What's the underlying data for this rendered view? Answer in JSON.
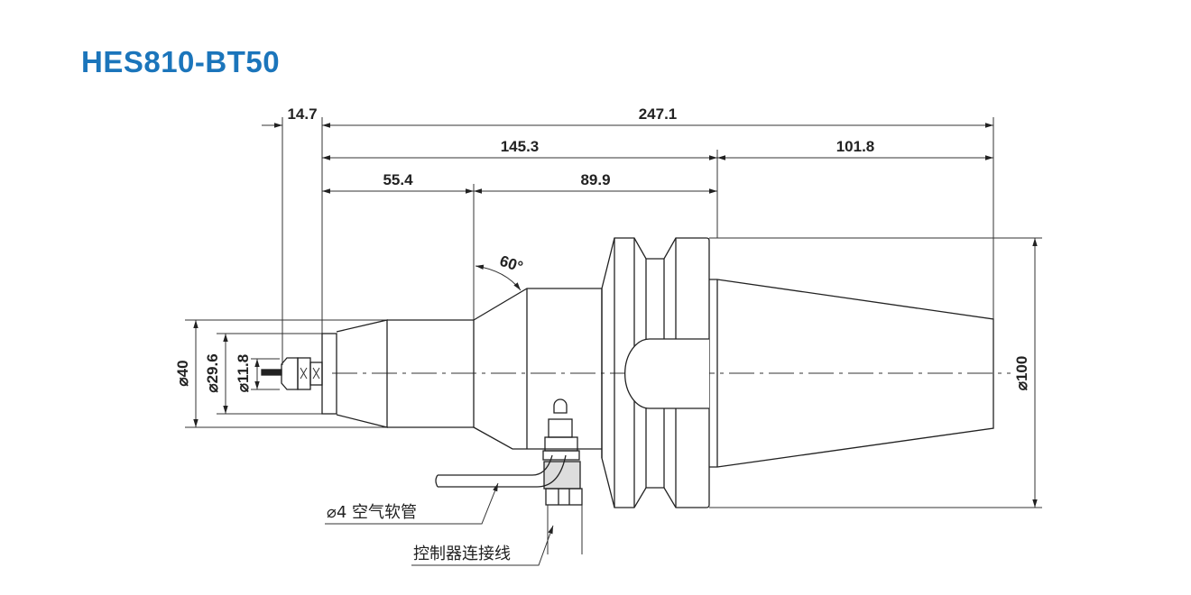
{
  "title": "HES810-BT50",
  "dimensions": {
    "overall_length": "247.1",
    "probe_offset": "14.7",
    "body_length": "145.3",
    "taper_length": "101.8",
    "front_length": "55.4",
    "mid_length": "89.9",
    "cone_angle": "60°",
    "dia_40": "⌀40",
    "dia_29_6": "⌀29.6",
    "dia_11_8": "⌀11.8",
    "dia_100": "⌀100"
  },
  "labels": {
    "air_hose": "⌀4 空气软管",
    "controller_cable": "控制器连接线"
  },
  "colors": {
    "title": "#1b75bb",
    "lines": "#222222"
  }
}
